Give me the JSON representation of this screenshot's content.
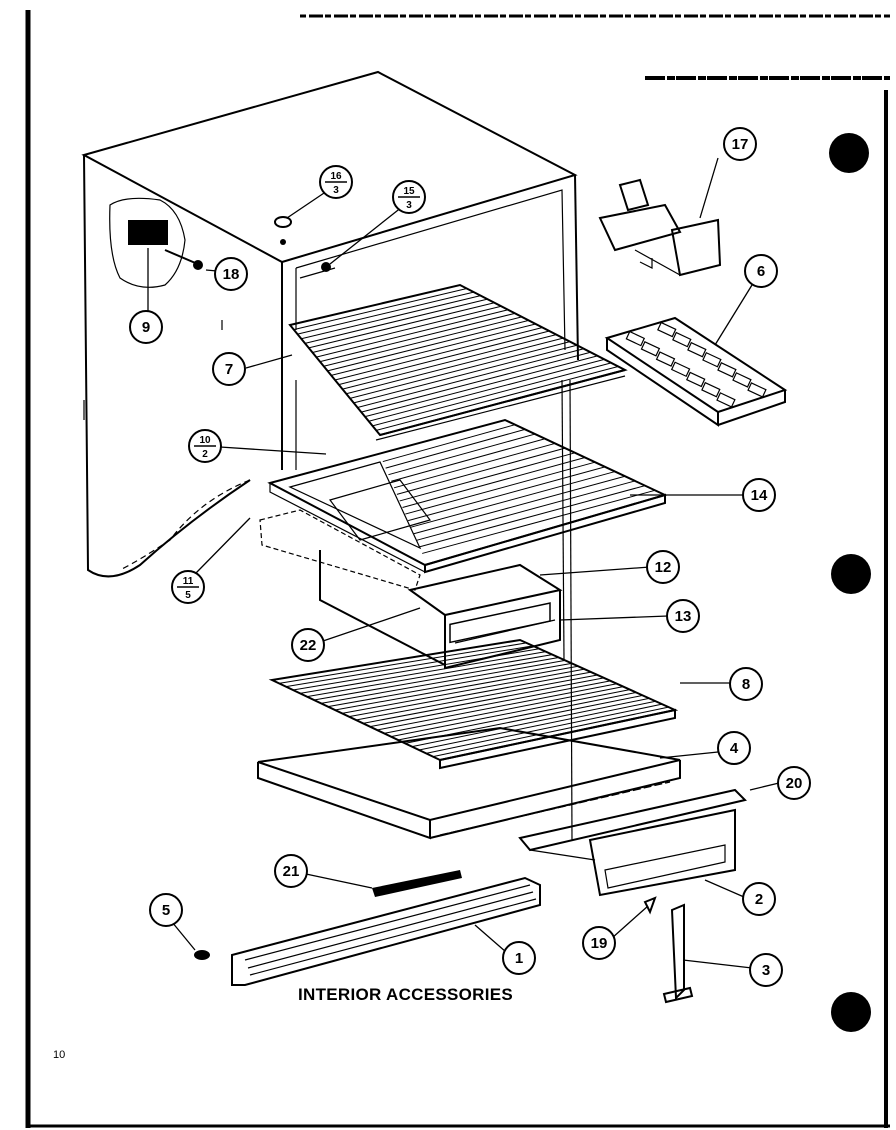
{
  "title": "INTERIOR ACCESSORIES",
  "corner_code": "10",
  "callouts": [
    {
      "id": "c1",
      "label": "1"
    },
    {
      "id": "c2",
      "label": "2"
    },
    {
      "id": "c3",
      "label": "3"
    },
    {
      "id": "c4",
      "label": "4"
    },
    {
      "id": "c5",
      "label": "5"
    },
    {
      "id": "c6",
      "label": "6"
    },
    {
      "id": "c7",
      "label": "7"
    },
    {
      "id": "c8",
      "label": "8"
    },
    {
      "id": "c9",
      "label": "9"
    },
    {
      "id": "c12",
      "label": "12"
    },
    {
      "id": "c13",
      "label": "13"
    },
    {
      "id": "c14",
      "label": "14"
    },
    {
      "id": "c17",
      "label": "17"
    },
    {
      "id": "c18",
      "label": "18"
    },
    {
      "id": "c19",
      "label": "19"
    },
    {
      "id": "c20",
      "label": "20"
    },
    {
      "id": "c21",
      "label": "21"
    },
    {
      "id": "c22",
      "label": "22"
    }
  ],
  "fraction_callouts": [
    {
      "id": "f16",
      "top": "16",
      "bottom": "3"
    },
    {
      "id": "f15",
      "top": "15",
      "bottom": "3"
    },
    {
      "id": "f10",
      "top": "10",
      "bottom": "2"
    },
    {
      "id": "f11",
      "top": "11",
      "bottom": "5"
    }
  ]
}
